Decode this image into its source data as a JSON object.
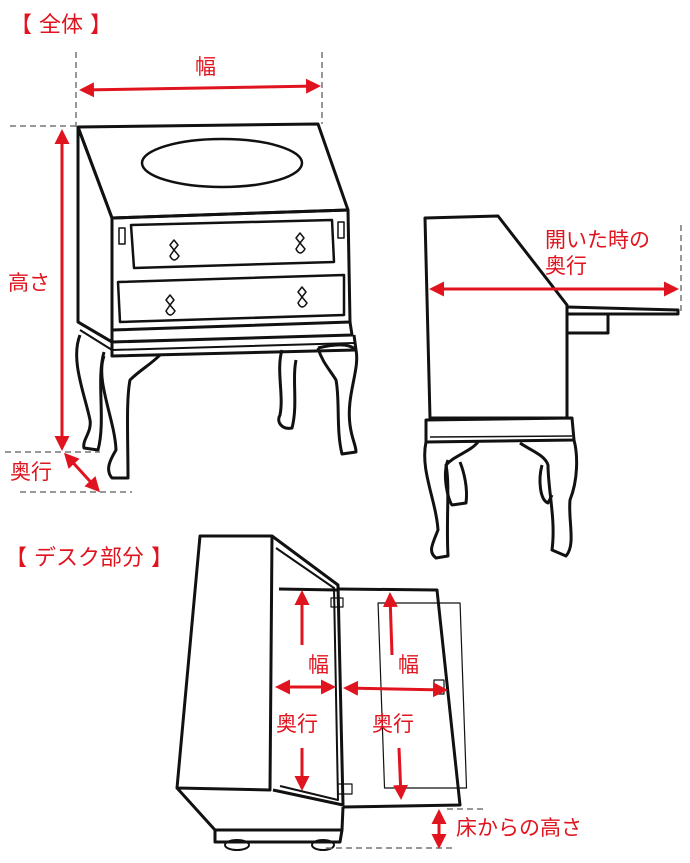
{
  "sections": {
    "overall": {
      "title": "【 全体 】"
    },
    "desk": {
      "title": "【 デスク部分 】"
    }
  },
  "overall_view": {
    "width_label": "幅",
    "height_label": "高さ",
    "depth_label": "奥行"
  },
  "side_view": {
    "open_depth_label_line1": "開いた時の",
    "open_depth_label_line2": "奥行"
  },
  "desk_view": {
    "left_width_label": "幅",
    "left_depth_label": "奥行",
    "right_width_label": "幅",
    "right_depth_label": "奥行",
    "floor_height_label": "床からの高さ"
  },
  "colors": {
    "annotation_red": "#e0141e",
    "line_black": "#111111",
    "guide_gray": "#777777"
  }
}
